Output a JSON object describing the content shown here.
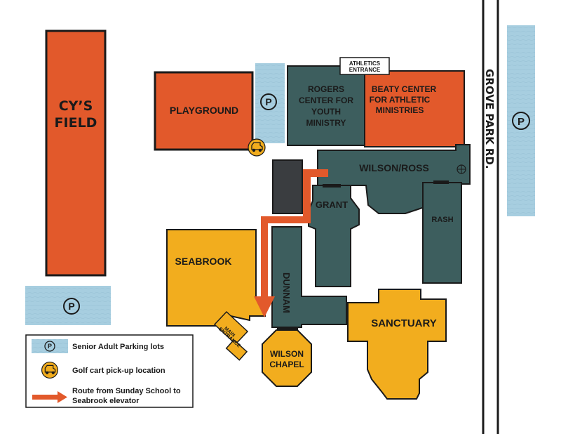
{
  "map": {
    "road_name": "GROVE PARK RD.",
    "colors": {
      "orange_building": "#E2592B",
      "teal_building": "#3D5E5E",
      "gold_building": "#F2AD1E",
      "dark_building": "#3A3D40",
      "parking": "#A7CEE0",
      "route": "#E2592B",
      "outline": "#1a1a1a"
    },
    "buildings": {
      "cys_field": {
        "line1": "CY’S",
        "line2": "FIELD"
      },
      "playground": "PLAYGROUND",
      "athletics_entrance": {
        "line1": "ATHLETICS",
        "line2": "ENTRANCE"
      },
      "rogers": {
        "line1": "ROGERS",
        "line2": "CENTER FOR",
        "line3": "YOUTH",
        "line4": "MINISTRY"
      },
      "beaty": {
        "line1": "BEATY CENTER",
        "line2": "FOR ATHLETIC",
        "line3": "MINISTRIES"
      },
      "wilson_ross": "WILSON/ROSS",
      "grant": "GRANT",
      "rash": "RASH",
      "seabrook": "SEABROOK",
      "main_entrance": {
        "line1": "MAIN",
        "line2": "ENTRANCE"
      },
      "dunnam": "DUNNAM",
      "sanctuary": "SANCTUARY",
      "wilson_chapel": {
        "line1": "WILSON",
        "line2": "CHAPEL"
      }
    },
    "parking_symbol": "P",
    "icons": {
      "parking": "parking-icon",
      "golf_cart": "golf-cart-icon",
      "route_arrow": "route-arrow-icon",
      "compass": "compass-icon"
    }
  },
  "legend": {
    "items": [
      {
        "icon": "parking-icon",
        "label": "Senior Adult Parking lots"
      },
      {
        "icon": "golf-cart-icon",
        "label": "Golf cart pick-up location"
      },
      {
        "icon": "route-arrow-icon",
        "label_line1": "Route from Sunday School to",
        "label_line2": "Seabrook elevator"
      }
    ]
  }
}
